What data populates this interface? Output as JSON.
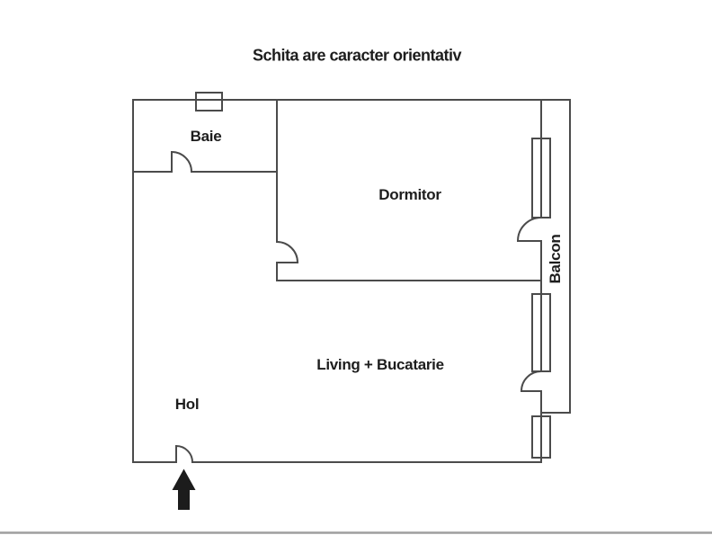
{
  "title": "Schita are caracter orientativ",
  "rooms": {
    "baie": {
      "label": "Baie"
    },
    "dormitor": {
      "label": "Dormitor"
    },
    "living": {
      "label": "Living + Bucatarie"
    },
    "hol": {
      "label": "Hol"
    },
    "balcon": {
      "label": "Balcon"
    }
  },
  "icons": {
    "entrance_arrow": "up-arrow"
  },
  "colors": {
    "wall": "#4b4b4b",
    "text": "#1d1d1d",
    "arrow": "#1c1c1c",
    "background": "#ffffff",
    "footer_line": "#9e9e9e"
  }
}
